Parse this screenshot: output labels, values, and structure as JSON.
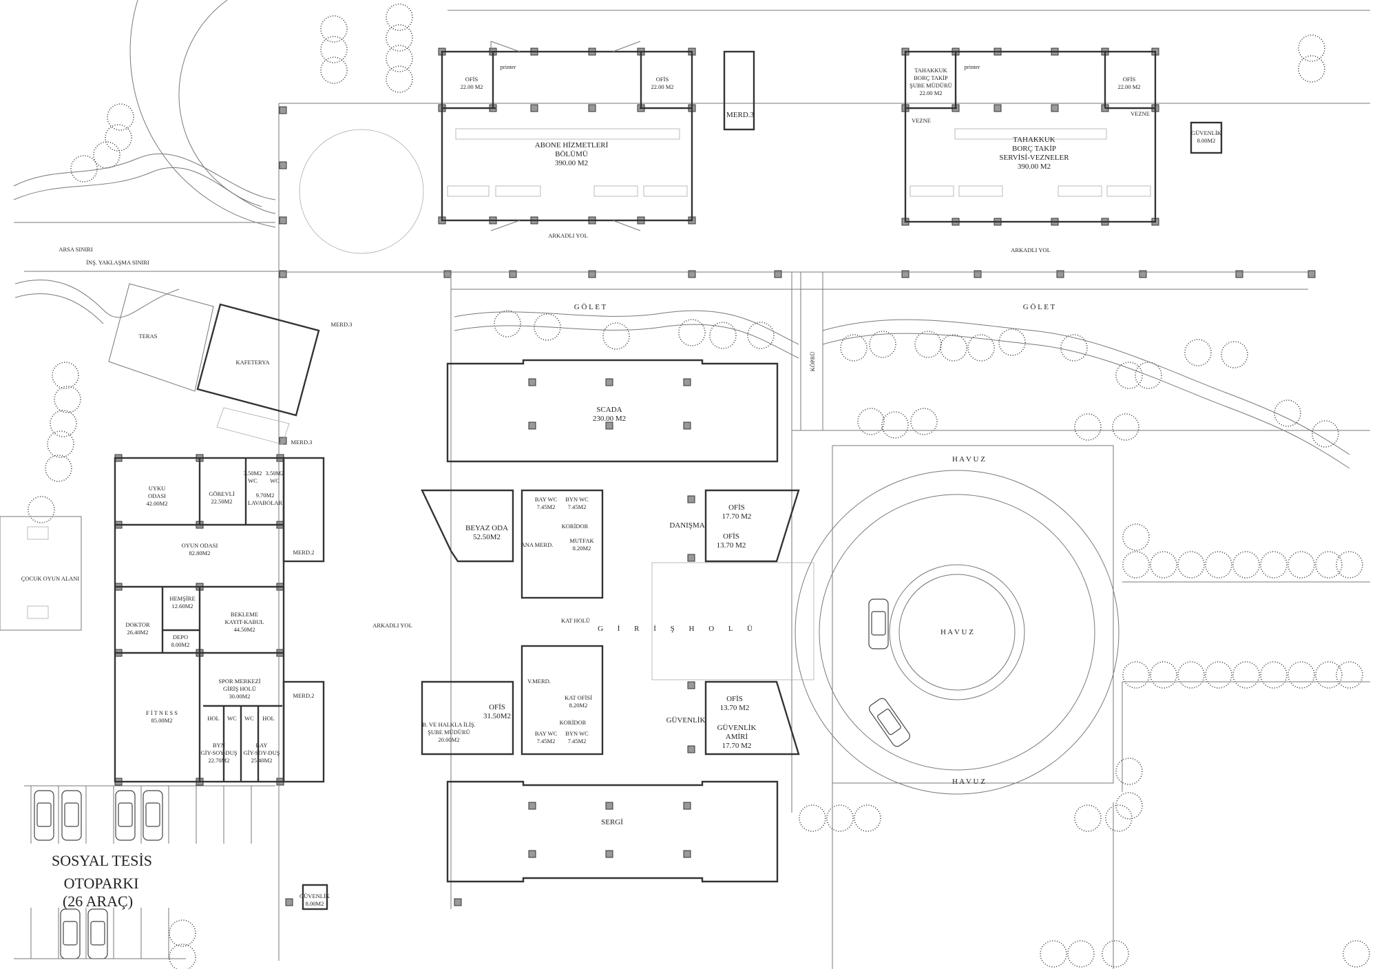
{
  "abone": {
    "ofis_l1": "OFİS",
    "ofis_l2": "22.00 M2",
    "ofis_r1": "OFİS",
    "ofis_r2": "22.00 M2",
    "printer": "printer",
    "title1": "ABONE HİZMETLERİ",
    "title2": "BÖLÜMÜ",
    "title3": "390.00 M2",
    "arkadli": "ARKADLI YOL"
  },
  "merd3_top": "MERD.3",
  "tahakkuk": {
    "sube1": "TAHAKKUK",
    "sube2": "BORÇ TAKİP",
    "sube3": "ŞUBE MÜDÜRÜ",
    "sube4": "22.00 M2",
    "printer": "printer",
    "ofis1": "OFİS",
    "ofis2": "22.00 M2",
    "vezne_l": "VEZNE",
    "vezne_r": "VEZNE",
    "title1": "TAHAKKUK",
    "title2": "BORÇ TAKİP",
    "title3": "SERVİSİ-VEZNELER",
    "title4": "390.00 M2",
    "arkadli": "ARKADLI YOL"
  },
  "guvenlik_top": {
    "name": "GÜVENLİK",
    "area": "8.00M2"
  },
  "site": {
    "arsa": "ARSA SINIRI",
    "yaklasma": "İNŞ. YAKLAŞMA SINIRI",
    "golet_l": "G Ö L E T",
    "golet_r": "G Ö L E T",
    "kopru": "KÖPRÜ",
    "cocuk": "ÇOCUK OYUN ALANI",
    "arkadli": "ARKADLI YOL",
    "havuz_top": "H A V U Z",
    "havuz_mid": "H A V U Z",
    "havuz_bot": "H A V U Z"
  },
  "kafeterya": {
    "teras": "TERAS",
    "name": "KAFETERYA",
    "merd_top": "MERD.3",
    "merd_bot": "MERD.3"
  },
  "scada": {
    "name": "SCADA",
    "area": "230.00 M2"
  },
  "sosyal": {
    "uyku1": "UYKU",
    "uyku2": "ODASI",
    "uyku3": "42.00M2",
    "gorevli1": "GÖREVLİ",
    "gorevli2": "22.50M2",
    "wc1": "3.50M2",
    "wc1b": "WC",
    "wc2": "3.50M2",
    "wc2b": "WC",
    "lav1": "9.70M2",
    "lav2": "LAVABOLAR",
    "oyun1": "OYUN ODASI",
    "oyun2": "82.80M2",
    "merd2a": "MERD.2",
    "merd2b": "MERD.2",
    "hemsire1": "HEMŞİRE",
    "hemsire2": "12.60M2",
    "doktor1": "DOKTOR",
    "doktor2": "26.40M2",
    "depo1": "DEPO",
    "depo2": "8.00M2",
    "bekleme1": "BEKLEME",
    "bekleme2": "KAYIT-KABUL",
    "bekleme3": "44.50M2",
    "spor1": "SPOR MERKEZİ",
    "spor2": "GİRİŞ HOLÜ",
    "spor3": "30.00M2",
    "fitness1": "F İ T N E S S",
    "fitness2": "85.00M2",
    "hol_l": "HOL",
    "wc_l": "WC",
    "wc_r": "WC",
    "hol_r": "HOL",
    "byn1": "BYN",
    "byn2": "GİY-SOY-DUŞ",
    "byn3": "22.70M2",
    "bay1": "BAY",
    "bay2": "GİY-SOY-DUŞ",
    "bay3": "25.40M2"
  },
  "parking": {
    "line1": "SOSYAL TESİS",
    "line2": "OTOPARKI",
    "line3": "(26 ARAÇ)"
  },
  "guvenlik_bottom": {
    "name": "GÜVENLİK",
    "area": "8.00M2"
  },
  "main": {
    "beyaz1": "BEYAZ ODA",
    "beyaz2": "52.50M2",
    "baywc1": "BAY WC",
    "baywc2": "7.45M2",
    "bynwc1": "BYN WC",
    "bynwc2": "7.45M2",
    "koridor1": "KORİDOR",
    "anamerd": "ANA MERD.",
    "mutfak1": "MUTFAK",
    "mutfak2": "8.20M2",
    "katholu": "KAT HOLÜ",
    "giris": "G İ R İ Ş  H O L Ü",
    "vmerd": "V.MERD.",
    "katofisi1": "KAT OFİSİ",
    "katofisi2": "8.20M2",
    "koridor2": "KORİDOR",
    "baywc3": "BAY WC",
    "baywc4": "7.45M2",
    "bynwc3": "BYN WC",
    "bynwc4": "7.45M2",
    "ofis31a": "OFİS",
    "ofis31b": "31.50M2",
    "halk1": "B. VE HALKLA İLİŞ.",
    "halk2": "ŞUBE MÜDÜRÜ",
    "halk3": "20.00M2",
    "ofis17a": "OFİS",
    "ofis17b": "17.70 M2",
    "danisma": "DANIŞMA",
    "ofis13a": "OFİS",
    "ofis13b": "13.70 M2",
    "guvenlik": "GÜVENLİK",
    "ofis13c": "OFİS",
    "ofis13d": "13.70 M2",
    "amir1": "GÜVENLİK",
    "amir2": "AMİRİ",
    "amir3": "17.70 M2",
    "sergi": "SERGİ"
  }
}
